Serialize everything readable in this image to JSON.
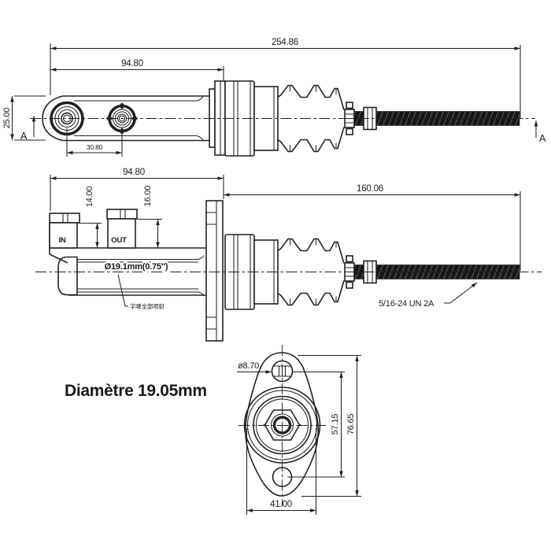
{
  "drawing": {
    "caption": "Diamètre 19.05mm",
    "top_view": {
      "dim_overall_length": "254.86",
      "dim_body_length": "94.80",
      "dim_body_height": "25.00",
      "dim_port_spacing": "30.80",
      "section_label_left": "A",
      "section_label_right": "A"
    },
    "side_view": {
      "dim_body_length": "94.80",
      "dim_rod_length": "160.06",
      "dim_in_port_height": "14.00",
      "dim_out_port_height": "16.00",
      "label_in": "IN",
      "label_out": "OUT",
      "label_bore": "Ø19.1mm(0.75\")",
      "note_marking": "字唛全部喷射",
      "label_thread": "5/16-24 UN 2A"
    },
    "flange_view": {
      "dim_hole_diameter": "ø8.70",
      "dim_hole_spacing": "57.15",
      "dim_flange_height": "76.65",
      "dim_flange_width": "41.00"
    }
  }
}
